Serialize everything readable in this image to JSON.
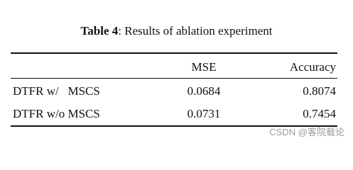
{
  "caption": {
    "label": "Table 4",
    "separator": ": ",
    "text": "Results of ablation experiment"
  },
  "table": {
    "columns": [
      "",
      "MSE",
      "Accuracy"
    ],
    "rows": [
      {
        "method": "DTFR w/   MSCS",
        "mse": "0.0684",
        "accuracy": "0.8074"
      },
      {
        "method": "DTFR w/o MSCS",
        "mse": "0.0731",
        "accuracy": "0.7454"
      }
    ]
  },
  "watermark": "CSDN @客院载论"
}
